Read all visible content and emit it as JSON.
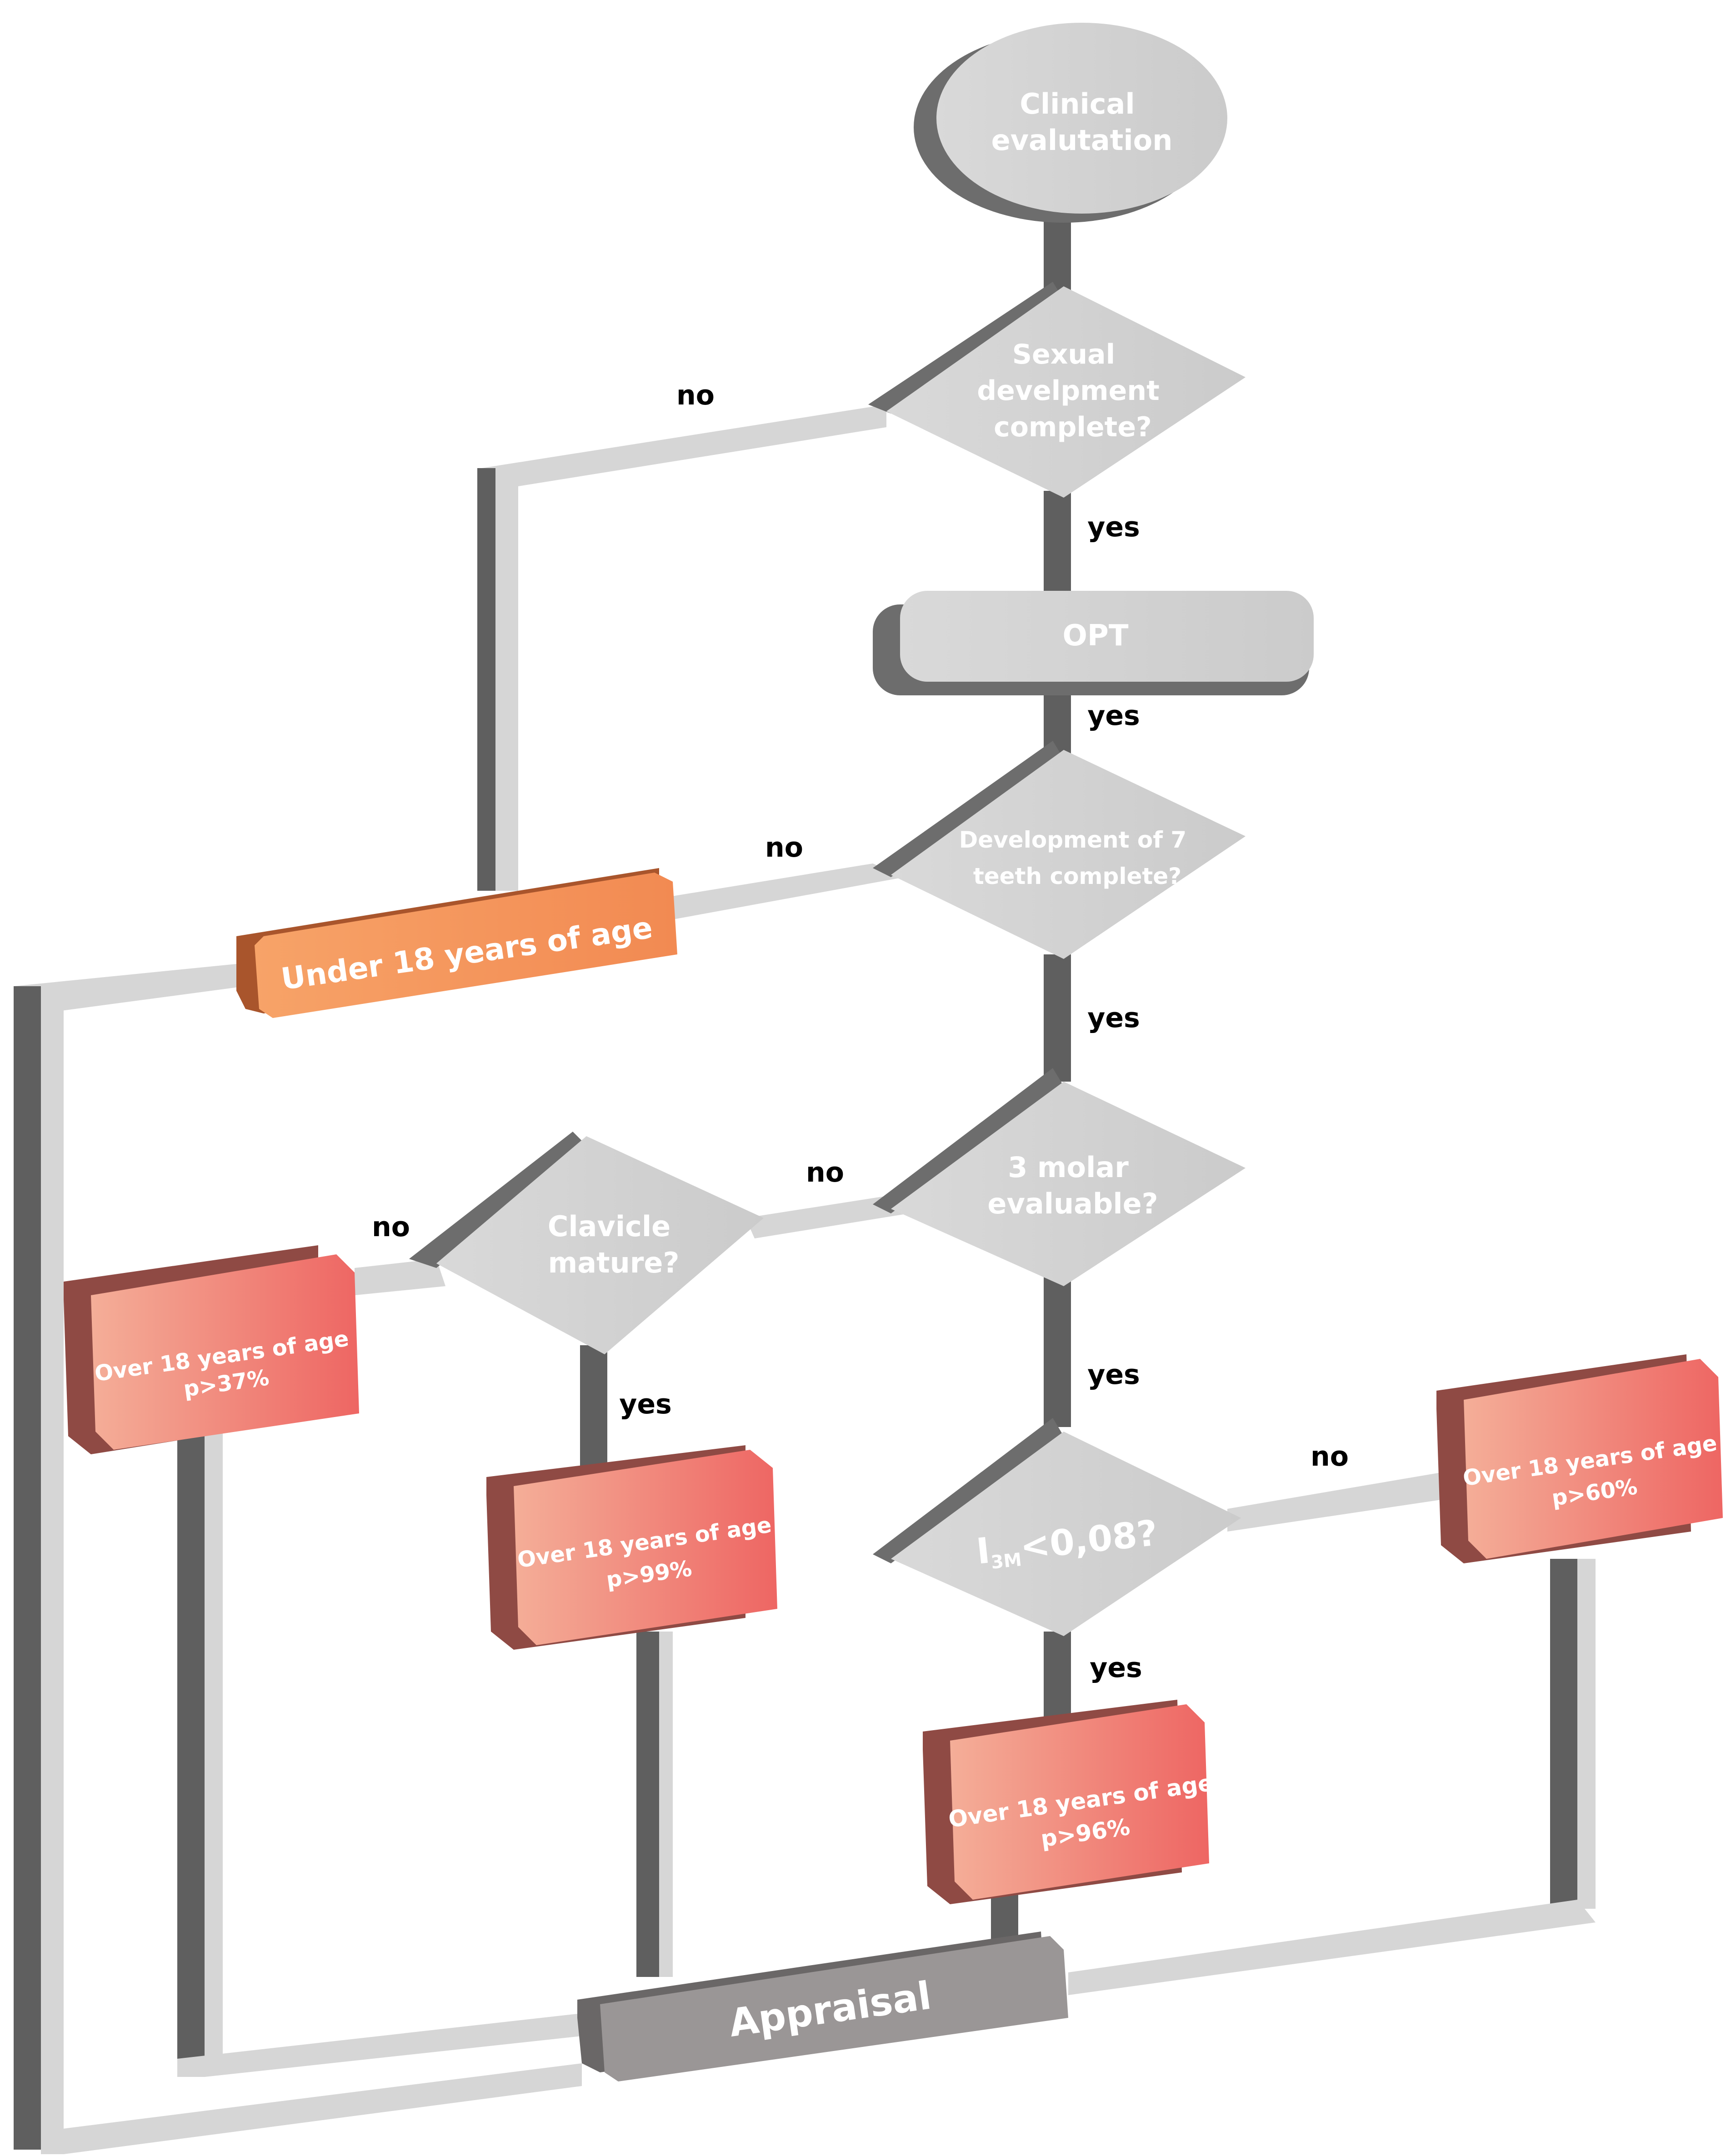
{
  "colors": {
    "pipe_front": "#d6d6d6",
    "pipe_side": "#5f5f5f",
    "node_gray_top": "#d2d2d2",
    "node_gray_side": "#6d6d6d",
    "under_top": "#f5975d",
    "under_side": "#a9552c",
    "over_front_a": "#f3a790",
    "over_front_b": "#ee6a66",
    "over_side": "#8f4a44",
    "appraisal_front": "#9a9696",
    "appraisal_side": "#6a6767",
    "node_text": "#ffffff",
    "edge_label_text": "#000000"
  },
  "nodes": {
    "start": {
      "line1": "Clinical",
      "line2": "evalutation",
      "shape": "ellipse"
    },
    "sexual": {
      "line1": "Sexual",
      "line2": "develpment",
      "line3": "complete?",
      "shape": "diamond"
    },
    "opt": {
      "label": "OPT",
      "shape": "rounded-box"
    },
    "teeth": {
      "line1": "Development of 7",
      "line2": "teeth complete?",
      "shape": "diamond"
    },
    "molar": {
      "line1": "3 molar",
      "line2": "evaluable?",
      "shape": "diamond"
    },
    "clavicle": {
      "line1": "Clavicle",
      "line2": "mature?",
      "shape": "diamond"
    },
    "i3m": {
      "prefix": "I",
      "sub": "3M",
      "suffix": "<0,08?",
      "shape": "diamond"
    },
    "under18": {
      "label": "Under 18 years of age",
      "shape": "rounded-box"
    },
    "over37": {
      "line1": "Over 18 years of age",
      "line2": "p>37%",
      "shape": "rounded-box"
    },
    "over99": {
      "line1": "Over 18 years of age",
      "line2": "p>99%",
      "shape": "rounded-box"
    },
    "over60": {
      "line1": "Over 18 years of age",
      "line2": "p>60%",
      "shape": "rounded-box"
    },
    "over96": {
      "line1": "Over 18 years of age",
      "line2": "p>96%",
      "shape": "rounded-box"
    },
    "appraisal": {
      "label": "Appraisal",
      "shape": "rounded-box"
    }
  },
  "edge_labels": {
    "sexual_no": "no",
    "sexual_yes": "yes",
    "opt_yes": "yes",
    "teeth_no": "no",
    "teeth_yes": "yes",
    "molar_no": "no",
    "molar_yes": "yes",
    "clavicle_no": "no",
    "clavicle_yes": "yes",
    "i3m_no": "no",
    "i3m_yes": "yes"
  }
}
